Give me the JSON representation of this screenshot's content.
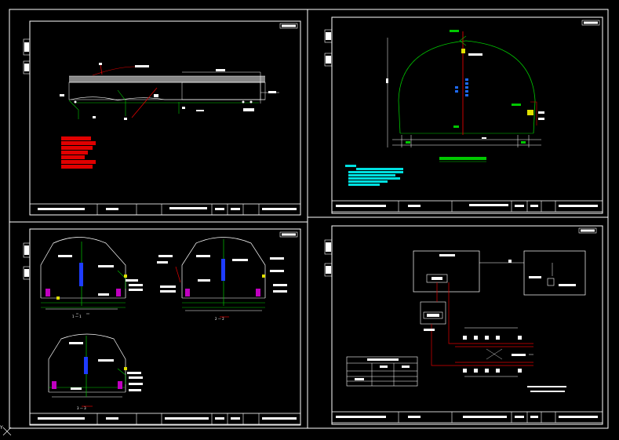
{
  "app": {
    "title": "CAD drawing sheets – tunnel electrical layout"
  },
  "colors": {
    "background": "#000000",
    "frame": "#ffffff",
    "green": "#00c800",
    "red": "#e00000",
    "cyan": "#00e0e0",
    "blue": "#1e3cff",
    "magenta": "#c000c0",
    "yellow": "#e0e000"
  },
  "sheets": [
    {
      "id": "top-left",
      "cells": [
        "",
        "",
        "",
        "",
        "",
        ""
      ]
    },
    {
      "id": "top-right",
      "cells": [
        "",
        "",
        "",
        "",
        "",
        ""
      ]
    },
    {
      "id": "bottom-left",
      "cells": [
        "",
        "",
        "",
        "",
        "",
        ""
      ],
      "section_labels": [
        "1 — 1",
        "2 — 2",
        "3 — 3"
      ]
    },
    {
      "id": "bottom-right",
      "cells": [
        "",
        "",
        "",
        "",
        "",
        ""
      ]
    }
  ],
  "origin_marker": {
    "label": "Y"
  }
}
